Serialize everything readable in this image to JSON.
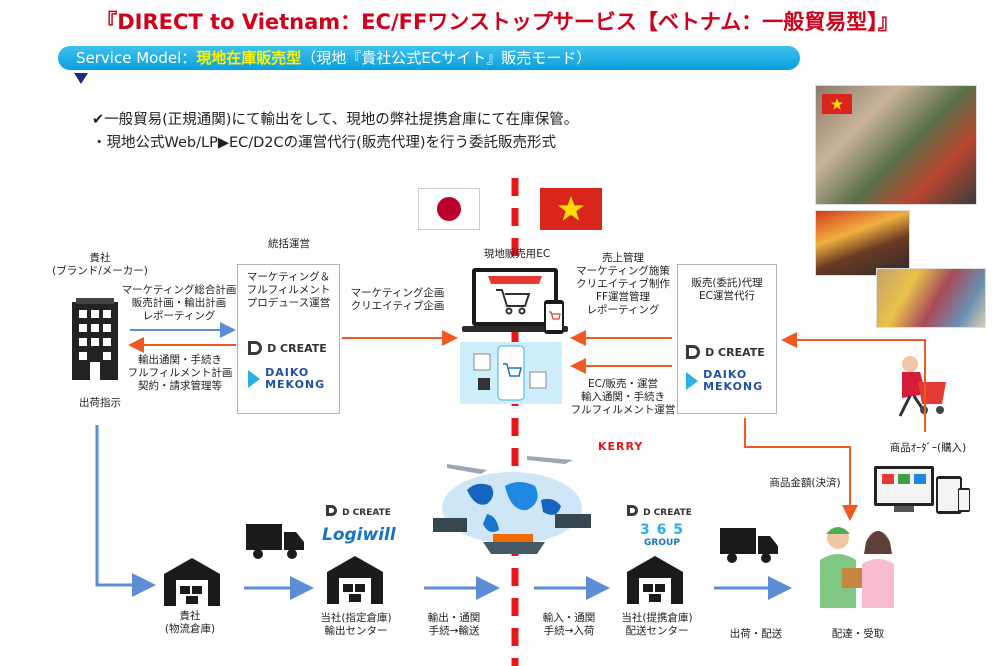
{
  "header": {
    "title": "『DIRECT to Vietnam：EC/FFワンストップサービス【ベトナム：一般貿易型】』",
    "model_prefix": "Service Model：",
    "model_highlight": "現地在庫販売型",
    "model_suffix": "（現地『貴社公式ECサイト』販売モード）"
  },
  "bullets": [
    "✔一般貿易(正規通関)にて輸出をして、現地の弊社提携倉庫にて在庫保管。",
    "・現地公式Web/LP▶EC/D2Cの運営代行(販売代理)を行う委託販売形式"
  ],
  "labels": {
    "client": "貴社\n(ブランド/メーカー)",
    "shipment_instruction": "出荷指示",
    "client_to_hq_top": "マーケティング総合計画\n販売計画・輸出計画\nレポーティング",
    "client_to_hq_bottom": "輸出通関・手続き\nフルフィルメント計画\n契約・請求管理等",
    "hq_title": "統括運営",
    "hq_body": "マーケティング＆\nフルフィルメント\nプロデュース運営",
    "hq_to_ec": "マーケティング企画\nクリエイティブ企画",
    "ec_title": "現地販売用EC",
    "local_top": "売上管理\nマーケティング施策\nクリエイティブ制作\nFF運営管理\nレポーティング",
    "local_bottom": "EC/販売・運営\n輸入通関・手続き\nフルフィルメント運営",
    "agent_body": "販売(委託)代理\nEC運営代行",
    "order": "商品ｵｰﾀﾞｰ(購入)",
    "payment": "商品金額(決済)",
    "kerry": "KERRY",
    "wh_client": "貴社\n(物流倉庫)",
    "wh_designated": "当社(指定倉庫)\n輸出センター",
    "export_step": "輸出・通関\n手続→輸送",
    "import_step": "輸入・通関\n手続→入荷",
    "wh_partner": "当社(提携倉庫)\n配送センター",
    "ship_deliver": "出荷・配送",
    "receive": "配達・受取"
  },
  "logos": {
    "dcreate": "D CREATE",
    "daiko": "DAIKO\nMEKONG",
    "logiwill": "Logiwill",
    "group365": "3 6 5",
    "group365_sub": "GROUP"
  },
  "colors": {
    "title_red": "#d0021b",
    "bar_blue": "#0aa0dc",
    "highlight": "#fff200",
    "arrow_blue": "#5b8ed6",
    "arrow_orange": "#f05a22",
    "border_red": "#e8151b",
    "vn_red": "#da251d",
    "vn_star": "#ffde00",
    "jp_red": "#bc002d"
  }
}
